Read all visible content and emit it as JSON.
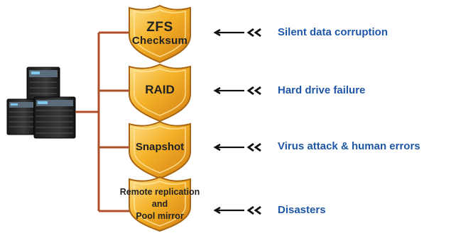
{
  "colors": {
    "connector": "#b0502b",
    "shield_fill": "#f4b128",
    "shield_stroke": "#a86410",
    "threat_text": "#1f57a6",
    "arrow": "#111111"
  },
  "protections": [
    {
      "lines": [
        "ZFS",
        "Checksum"
      ],
      "threat": "Silent data corruption"
    },
    {
      "lines": [
        "RAID"
      ],
      "threat": "Hard drive failure"
    },
    {
      "lines": [
        "Snapshot"
      ],
      "threat": "Virus attack & human errors"
    },
    {
      "lines": [
        "Remote replication",
        "and",
        "Pool mirror"
      ],
      "threat": "Disasters"
    }
  ]
}
